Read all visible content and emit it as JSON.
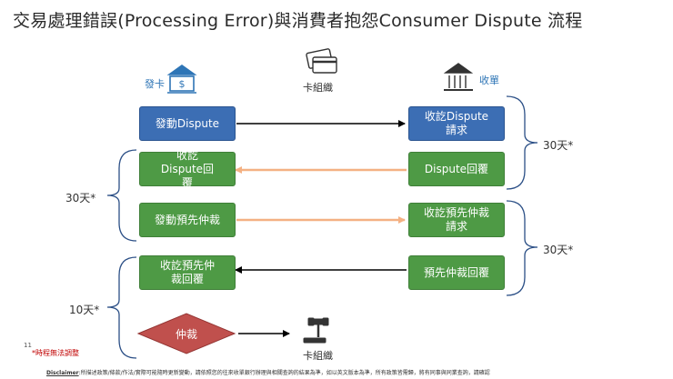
{
  "title": "交易處理錯誤(Processing Error)與消費者抱怨Consumer Dispute 流程",
  "parties": {
    "issuer": "發卡",
    "network": "卡組織",
    "acquirer": "收單"
  },
  "steps": {
    "s1": "發動Dispute",
    "s2": "收訖Dispute請求",
    "s3": "Dispute回覆",
    "s4": "收訖Dispute回覆",
    "s5": "發動預先仲裁",
    "s6": "收訖預先仲裁請求",
    "s7": "預先仲裁回覆",
    "s8": "收訖預先仲裁回覆",
    "arbitration": "仲裁",
    "network_bottom": "卡組織"
  },
  "durations": {
    "right_top": "30天*",
    "left_mid": "30天*",
    "right_bottom": "30天*",
    "left_bottom": "10天*"
  },
  "colors": {
    "blue_box": "#3C6EB4",
    "green_box": "#4E9A45",
    "diamond": "#C0504D",
    "arrow_orange": "#F4B183",
    "arrow_black": "#000000",
    "icon_blue": "#2E75B6"
  },
  "footer": {
    "page_number": "11",
    "note": "*時程無法調整",
    "disclaimer_label": "Disclaimer",
    "disclaimer_text": ":所描述政策/條款/作法/實際可能隨時更新變動，請依照您的往來收單銀行辦理與相關查詢的結果為準，如以英文版本為準，所有政策皆需歸，將有同事與同業查詢，請確認"
  }
}
